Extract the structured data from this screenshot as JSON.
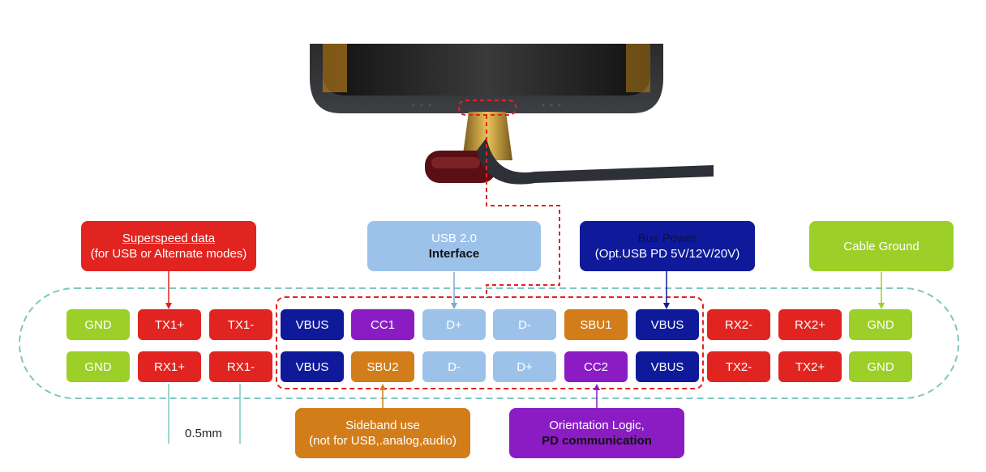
{
  "callouts": {
    "superspeed": {
      "line1": "Superspeed data",
      "line2": "(for USB or Alternate modes)"
    },
    "usb2": {
      "line1": "USB 2.0",
      "line2": "Interface"
    },
    "bus_power": {
      "line1": "Bus Power",
      "line2": "(Opt.USB PD 5V/12V/20V)"
    },
    "cable_ground": {
      "line1": "Cable Ground"
    },
    "sideband": {
      "line1": "Sideband use",
      "line2": "(not for USB,.analog,audio)"
    },
    "orientation": {
      "line1": "Orientation Logic,",
      "line2": "PD communication"
    }
  },
  "pins": {
    "top": [
      "GND",
      "TX1+",
      "TX1-",
      "VBUS",
      "CC1",
      "D+",
      "D-",
      "SBU1",
      "VBUS",
      "RX2-",
      "RX2+",
      "GND"
    ],
    "bottom": [
      "GND",
      "RX1+",
      "RX1-",
      "VBUS",
      "SBU2",
      "D-",
      "D+",
      "CC2",
      "VBUS",
      "TX2-",
      "TX2+",
      "GND"
    ]
  },
  "dimension": {
    "label": "0.5mm"
  },
  "colors": {
    "gnd": "#9ccf28",
    "superspeed": "#e12420",
    "vbus": "#0f1a9b",
    "cc": "#8b1cc4",
    "usb2": "#9cc2ea",
    "sbu": "#d27d1a"
  }
}
